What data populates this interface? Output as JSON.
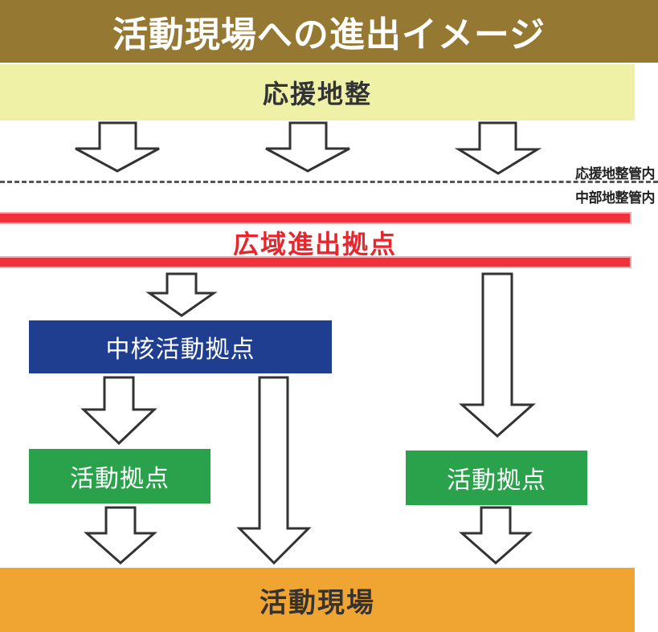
{
  "title": "活動現場への進出イメージ",
  "support_area": "応援地整",
  "jurisdiction": {
    "upper": "応援地整管内",
    "lower": "中部地整管内"
  },
  "wide_base": "広域進出拠点",
  "core_base": "中核活動拠点",
  "activity_bases": [
    "活動拠点",
    "活動拠点"
  ],
  "site": "活動現場",
  "colors": {
    "title_bar": "#957832",
    "support_band": "#eef1a6",
    "wide_line": "#f0303a",
    "wide_text": "#e8262e",
    "core_box": "#1f3e8f",
    "activity_box": "#2aa24b",
    "site_band": "#f0a533"
  }
}
